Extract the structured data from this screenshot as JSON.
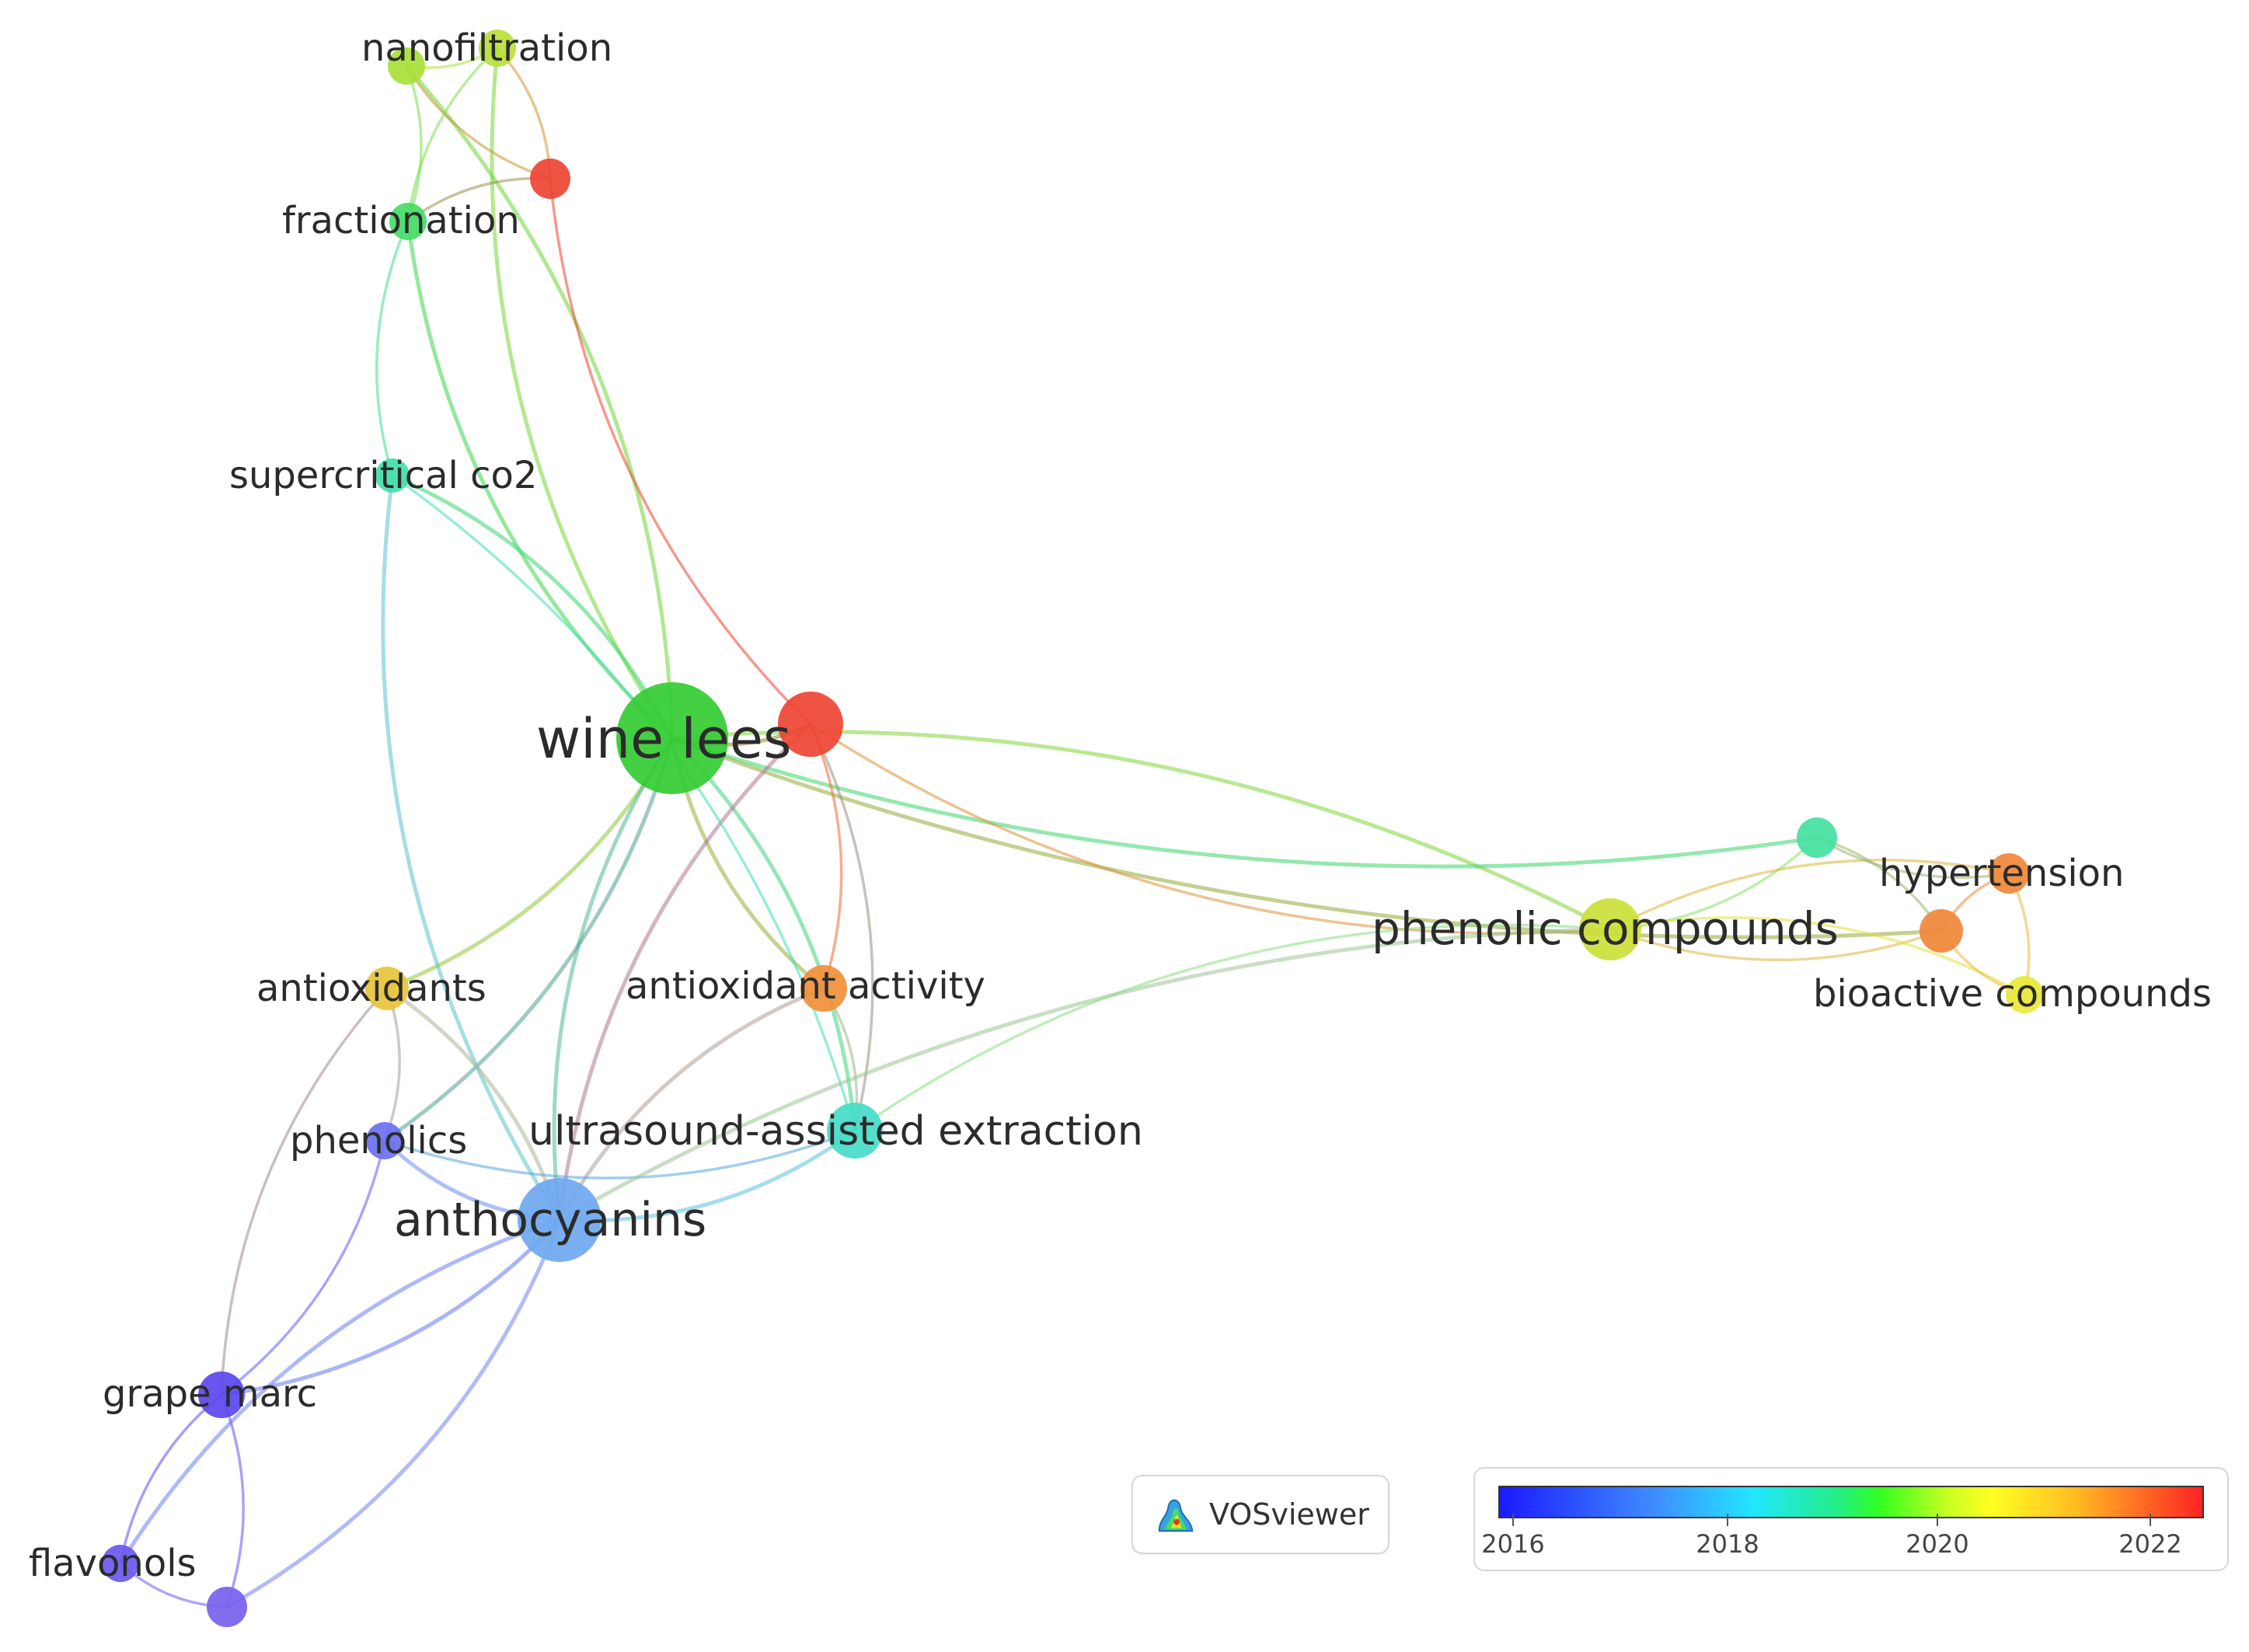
{
  "nodes": [
    {
      "id": "wine-lees",
      "label": "wine lees",
      "color": "#33cc33",
      "year": 2019.0
    },
    {
      "id": "red-hub",
      "label": "",
      "color": "#ee4433",
      "year": 2022.5
    },
    {
      "id": "nanofiltration",
      "label": "nanofiltration",
      "color": "#b8e03a",
      "year": 2019.8
    },
    {
      "id": "nano-left",
      "label": "",
      "color": "#a8e03a",
      "year": 2019.6
    },
    {
      "id": "red-top",
      "label": "",
      "color": "#ee4433",
      "year": 2022.5
    },
    {
      "id": "fractionation",
      "label": "fractionation",
      "color": "#44dd66",
      "year": 2019.0
    },
    {
      "id": "supercritical-co2",
      "label": "supercritical co2",
      "color": "#44ddaa",
      "year": 2018.5
    },
    {
      "id": "antioxidants",
      "label": "antioxidants",
      "color": "#e8c33a",
      "year": 2021.0
    },
    {
      "id": "antioxidant-activity",
      "label": "antioxidant activity",
      "color": "#f08f3a",
      "year": 2021.8
    },
    {
      "id": "phenolics",
      "label": "phenolics",
      "color": "#6a70ee",
      "year": 2016.3
    },
    {
      "id": "ultrasound-assisted-extraction",
      "label": "ultrasound-assisted extraction",
      "color": "#44dcc8",
      "year": 2018.3
    },
    {
      "id": "anthocyanins",
      "label": "anthocyanins",
      "color": "#6ea8f0",
      "year": 2016.9
    },
    {
      "id": "grape-marc",
      "label": "grape marc",
      "color": "#5a48ee",
      "year": 2016.2
    },
    {
      "id": "flavonols",
      "label": "flavonols",
      "color": "#6a58ee",
      "year": 2016.2
    },
    {
      "id": "purple-bottom",
      "label": "",
      "color": "#7a60ee",
      "year": 2016.4
    },
    {
      "id": "phenolic-compounds",
      "label": "phenolic compounds",
      "color": "#cce03a",
      "year": 2019.9
    },
    {
      "id": "teal-right",
      "label": "",
      "color": "#44e0a0",
      "year": 2018.7
    },
    {
      "id": "hypertension",
      "label": "hypertension",
      "color": "#f0883a",
      "year": 2021.9
    },
    {
      "id": "orange-right",
      "label": "",
      "color": "#f0883a",
      "year": 2021.9
    },
    {
      "id": "bioactive-compounds",
      "label": "bioactive compounds",
      "color": "#e8e83a",
      "year": 2020.4
    }
  ],
  "edges": [
    [
      "wine-lees",
      "red-hub"
    ],
    [
      "wine-lees",
      "nanofiltration"
    ],
    [
      "wine-lees",
      "nano-left"
    ],
    [
      "wine-lees",
      "fractionation"
    ],
    [
      "wine-lees",
      "supercritical-co2"
    ],
    [
      "wine-lees",
      "antioxidants"
    ],
    [
      "wine-lees",
      "antioxidant-activity"
    ],
    [
      "wine-lees",
      "ultrasound-assisted-extraction"
    ],
    [
      "wine-lees",
      "anthocyanins"
    ],
    [
      "wine-lees",
      "phenolic-compounds"
    ],
    [
      "wine-lees",
      "teal-right"
    ],
    [
      "wine-lees",
      "phenolics"
    ],
    [
      "wine-lees",
      "orange-right"
    ],
    [
      "red-hub",
      "red-top"
    ],
    [
      "red-hub",
      "phenolic-compounds"
    ],
    [
      "red-hub",
      "antioxidant-activity"
    ],
    [
      "red-hub",
      "anthocyanins"
    ],
    [
      "red-hub",
      "ultrasound-assisted-extraction"
    ],
    [
      "nano-left",
      "nanofiltration"
    ],
    [
      "nano-left",
      "fractionation"
    ],
    [
      "nano-left",
      "red-top"
    ],
    [
      "nanofiltration",
      "red-top"
    ],
    [
      "nanofiltration",
      "fractionation"
    ],
    [
      "fractionation",
      "red-top"
    ],
    [
      "fractionation",
      "supercritical-co2"
    ],
    [
      "supercritical-co2",
      "ultrasound-assisted-extraction"
    ],
    [
      "supercritical-co2",
      "anthocyanins"
    ],
    [
      "antioxidants",
      "phenolics"
    ],
    [
      "antioxidants",
      "grape-marc"
    ],
    [
      "antioxidants",
      "anthocyanins"
    ],
    [
      "antioxidant-activity",
      "anthocyanins"
    ],
    [
      "antioxidant-activity",
      "ultrasound-assisted-extraction"
    ],
    [
      "phenolics",
      "anthocyanins"
    ],
    [
      "phenolics",
      "grape-marc"
    ],
    [
      "phenolics",
      "ultrasound-assisted-extraction"
    ],
    [
      "anthocyanins",
      "grape-marc"
    ],
    [
      "anthocyanins",
      "flavonols"
    ],
    [
      "anthocyanins",
      "purple-bottom"
    ],
    [
      "anthocyanins",
      "ultrasound-assisted-extraction"
    ],
    [
      "anthocyanins",
      "phenolic-compounds"
    ],
    [
      "grape-marc",
      "flavonols"
    ],
    [
      "grape-marc",
      "purple-bottom"
    ],
    [
      "flavonols",
      "purple-bottom"
    ],
    [
      "ultrasound-assisted-extraction",
      "phenolic-compounds"
    ],
    [
      "phenolic-compounds",
      "teal-right"
    ],
    [
      "phenolic-compounds",
      "hypertension"
    ],
    [
      "phenolic-compounds",
      "orange-right"
    ],
    [
      "phenolic-compounds",
      "bioactive-compounds"
    ],
    [
      "teal-right",
      "hypertension"
    ],
    [
      "teal-right",
      "orange-right"
    ],
    [
      "hypertension",
      "orange-right"
    ],
    [
      "hypertension",
      "bioactive-compounds"
    ],
    [
      "orange-right",
      "bioactive-compounds"
    ]
  ],
  "branding": {
    "name": "VOSviewer"
  },
  "legend": {
    "ticks": [
      "2016",
      "2018",
      "2020",
      "2022"
    ],
    "colors": [
      "#1a1aff",
      "#22e6ff",
      "#33ff22",
      "#ffff22",
      "#ff2222"
    ]
  }
}
